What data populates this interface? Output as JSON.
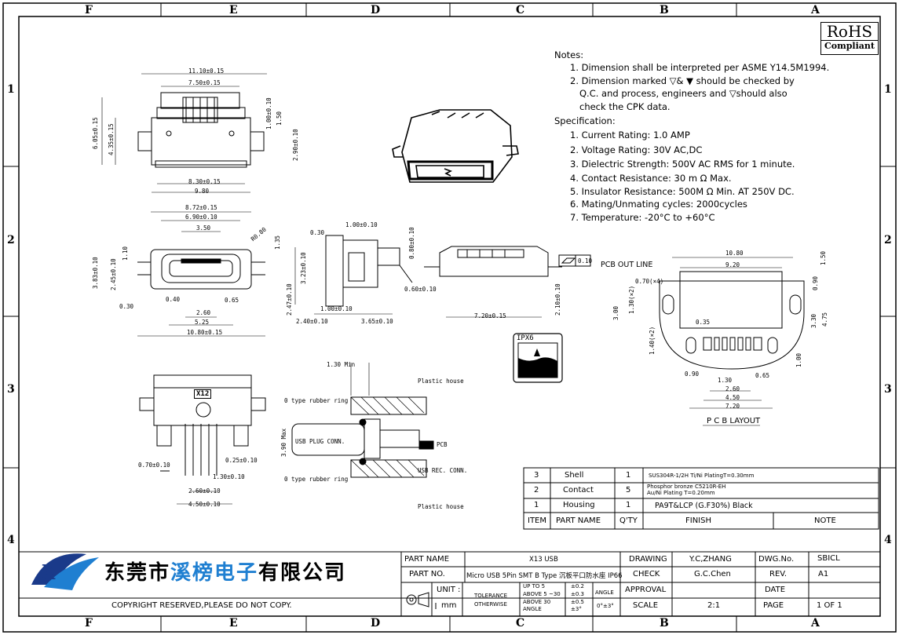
{
  "zones_top": [
    "F",
    "E",
    "D",
    "C",
    "B",
    "A"
  ],
  "zones_bottom": [
    "F",
    "E",
    "D",
    "C",
    "B",
    "A"
  ],
  "rows_left": [
    "1",
    "2",
    "3",
    "4"
  ],
  "rows_right": [
    "1",
    "2",
    "3",
    "4"
  ],
  "rohs": {
    "line1": "RoHS",
    "line2": "Compliant"
  },
  "notes": {
    "heading": "Notes:",
    "n1": "1. Dimension shall be interpreted per ASME Y14.5M1994.",
    "n2a": "2. Dimension marked",
    "n2b": "&",
    "n2c": "should be checked by",
    "n2d": "Q.C. and process, engineers and",
    "n2e": "should also",
    "n2f": "check the CPK data.",
    "spec_heading": "Specification:",
    "s1": "1. Current Rating: 1.0 AMP",
    "s2": "2. Voltage Rating: 30V AC,DC",
    "s3": "3. Dielectric Strength: 500V AC RMS for 1 minute.",
    "s4": "4. Contact Resistance: 30 m Ω Max.",
    "s5": "5. Insulator Resistance: 500M Ω Min. AT 250V DC.",
    "s6": "6. Mating/Unmating cycles: 2000cycles",
    "s7": "7. Temperature: -20°C to +60°C"
  },
  "top_view_dims": {
    "d1": "11.10±0.15",
    "d2": "7.50±0.15",
    "d3": "8.30±0.15",
    "d4": "9.80",
    "v1": "6.05±0.15",
    "v2": "4.35±0.15",
    "v3": "1.00±0.10",
    "v4": "1.50",
    "v5": "2.90±0.10"
  },
  "front_view_dims": {
    "d1": "8.72±0.15",
    "d2": "6.90±0.10",
    "d3": "3.50",
    "d4": "R0.80",
    "d5": "1.35",
    "d6": "1.10",
    "d7": "3.83±0.10",
    "d8": "2.45±0.10",
    "d9": "0.40",
    "d10": "0.65",
    "d11": "0.30",
    "d12": "2.60",
    "d13": "5.25",
    "d14": "10.80±0.15"
  },
  "side_view_dims": {
    "d1": "1.00±0.10",
    "d2": "0.30",
    "d3": "0.80±0.10",
    "d4": "3.23±0.10",
    "d5": "2.47±0.10",
    "d6": "1.00±0.10",
    "d7": "2.40±0.10",
    "d8": "3.65±0.10"
  },
  "pcb_side_dims": {
    "d1": "0.10",
    "d2": "0.60±0.10",
    "d3": "2.10±0.10",
    "d4": "7.20±0.15"
  },
  "ipx": {
    "label": "IPX6"
  },
  "pcb_layout": {
    "title": "PCB OUT LINE",
    "d1": "10.80",
    "d2": "9.20",
    "d3": "0.70(×4)",
    "d4": "1.50",
    "d5": "0.90",
    "d6": "3.00",
    "d7": "1.30(×2)",
    "d8": "0.35",
    "d9": "3.30",
    "d10": "4.75",
    "d11": "1.40(×2)",
    "d12": "1.00",
    "d13": "0.90",
    "d14": "1.30",
    "d15": "0.65",
    "d16": "2.60",
    "d17": "4.50",
    "d18": "7.20",
    "caption": "P C B LAYOUT"
  },
  "bottom_view": {
    "mark": "X12",
    "d1": "0.70±0.10",
    "d2": "0.25±0.10",
    "d3": "1.30±0.10",
    "d4": "2.60±0.10",
    "d5": "4.50±0.10"
  },
  "section": {
    "t1": "1.30 Min",
    "t2": "Plastic house",
    "t3": "0 type rubber ring",
    "t4": "3.90 Max",
    "t5": "USB PLUG CONN.",
    "t6": "PCB",
    "t7": "0 type rubber ring",
    "t8": "USB REC. CONN.",
    "t9": "Plastic house"
  },
  "bom": {
    "rows": [
      {
        "item": "3",
        "name": "Shell",
        "qty": "1",
        "finish": "SUS304R-1/2H  Ti/Ni PlatingT=0.30mm"
      },
      {
        "item": "2",
        "name": "Contact",
        "qty": "5",
        "finish": "Phosphor bronze C5210R-EH Au/Ni Plating  T=0.20mm"
      },
      {
        "item": "1",
        "name": "Housing",
        "qty": "1",
        "finish": "PA9T&LCP (G.F30%) Black"
      }
    ],
    "header": {
      "item": "ITEM",
      "name": "PART  NAME",
      "qty": "Q'TY",
      "finish": "FINISH",
      "note": "NOTE"
    }
  },
  "title_block": {
    "company": "东莞市溪榜电子有限公司",
    "company_hl": "溪榜电子",
    "copyright": "COPYRIGHT RESERVED,PLEASE DO NOT COPY.",
    "part_name_lbl": "PART NAME",
    "part_name": "X13 USB",
    "part_no_lbl": "PART NO.",
    "part_no": "Micro USB 5Pin SMT B Type 沉板平口防水座 IP66",
    "unit_lbl": "UNIT",
    "unit": "mm",
    "tol_lbl1": "TOLERANCE",
    "tol_lbl2": "OTHERWISE",
    "tol1": "UP TO 5",
    "tol2": "ABOVE 5 ~30",
    "tol3": "ABOVE 30",
    "tol4": "ANGLE",
    "tv1": "±0.2",
    "tv2": "±0.3",
    "tv3": "±0.5",
    "tv4": "±3°",
    "angle_lbl": "ANGLE",
    "angle_val": "0°±3°",
    "drawing_lbl": "DRAWING",
    "drawing": "Y.C,ZHANG",
    "check_lbl": "CHECK",
    "check": "G.C.Chen",
    "approval_lbl": "APPROVAL",
    "scale_lbl": "SCALE",
    "scale": "2:1",
    "dwg_lbl": "DWG.No.",
    "dwg": "SBICL",
    "rev_lbl": "REV.",
    "rev": "A1",
    "date_lbl": "DATE",
    "page_lbl": "PAGE",
    "page": "1  OF  1"
  },
  "colors": {
    "logo_blue": "#1f7fd1",
    "logo_dark": "#1a3a8a"
  }
}
